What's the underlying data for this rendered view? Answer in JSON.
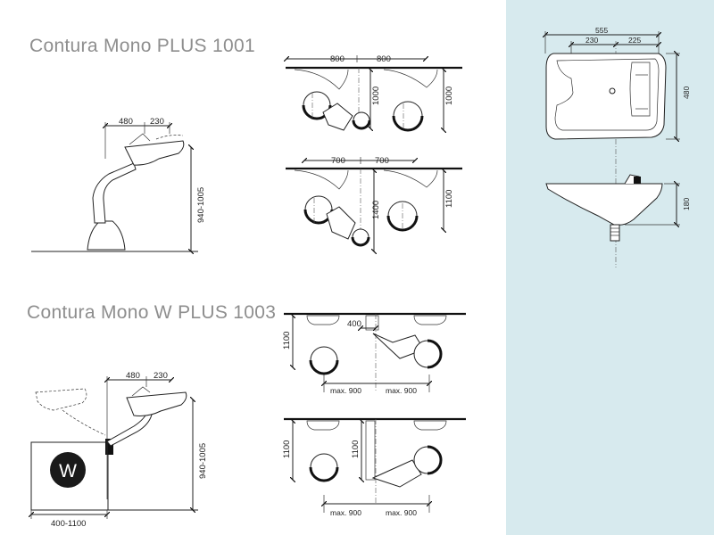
{
  "titles": {
    "model_1001": "Contura Mono PLUS 1001",
    "model_1003": "Contura Mono W PLUS 1003"
  },
  "badge": {
    "letter": "W"
  },
  "dims_1001_side": {
    "reach": "480",
    "bowl": "230",
    "height": "940-1005"
  },
  "dims_1001_plan_a": {
    "span_left": "800",
    "span_right": "800",
    "depth_center": "1000",
    "depth_right": "1000"
  },
  "dims_1001_plan_b": {
    "span_left": "700",
    "span_right": "700",
    "depth_center": "1400",
    "depth_right": "1100"
  },
  "dims_1003_side": {
    "reach": "480",
    "bowl": "230",
    "height": "940-1005",
    "wall_range": "400-1100"
  },
  "dims_1003_plan_a": {
    "offset": "400",
    "depth": "1100",
    "max_left": "max. 900",
    "max_right": "max. 900"
  },
  "dims_1003_plan_b": {
    "depth_left": "1100",
    "depth_center": "1100",
    "max_left": "max. 900",
    "max_right": "max. 900"
  },
  "basin_dims": {
    "width": "555",
    "left_part": "230",
    "right_part": "225",
    "depth": "480",
    "height": "180"
  },
  "colors": {
    "panel": "#d7eaee",
    "title": "#8e8e8e",
    "line": "#111111"
  }
}
